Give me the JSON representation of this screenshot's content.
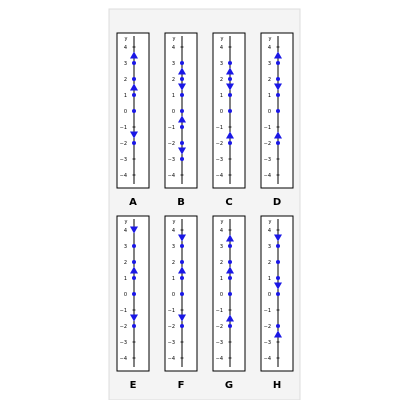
{
  "phase_lines": [
    {
      "label": "A",
      "axis_label": "y",
      "tick_labels": [
        "4",
        "3",
        "2",
        "1",
        "0",
        "−1",
        "−2",
        "−3",
        "−4"
      ],
      "tick_values": [
        4,
        3,
        2,
        1,
        0,
        -1,
        -2,
        -3,
        -4
      ],
      "equilibria": [
        3,
        2,
        1,
        0,
        -2
      ],
      "arrows": [
        {
          "y": 3.5,
          "direction": "up"
        },
        {
          "y": 1.5,
          "direction": "up"
        },
        {
          "y": -1.5,
          "direction": "down"
        }
      ]
    },
    {
      "label": "B",
      "axis_label": "y",
      "tick_labels": [
        "4",
        "3",
        "2",
        "1",
        "0",
        "−1",
        "−2",
        "−3",
        "−4"
      ],
      "tick_values": [
        4,
        3,
        2,
        1,
        0,
        -1,
        -2,
        -3,
        -4
      ],
      "equilibria": [
        3,
        2,
        1,
        0,
        -1,
        -2,
        -3
      ],
      "arrows": [
        {
          "y": 2.5,
          "direction": "up"
        },
        {
          "y": 1.5,
          "direction": "down"
        },
        {
          "y": -0.5,
          "direction": "up"
        },
        {
          "y": -2.5,
          "direction": "down"
        }
      ]
    },
    {
      "label": "C",
      "axis_label": "y",
      "tick_labels": [
        "4",
        "3",
        "2",
        "1",
        "0",
        "−1",
        "−2",
        "−3",
        "−4"
      ],
      "tick_values": [
        4,
        3,
        2,
        1,
        0,
        -1,
        -2,
        -3,
        -4
      ],
      "equilibria": [
        3,
        2,
        1,
        0,
        -2
      ],
      "arrows": [
        {
          "y": 2.5,
          "direction": "up"
        },
        {
          "y": 1.5,
          "direction": "down"
        },
        {
          "y": -1.5,
          "direction": "up"
        }
      ]
    },
    {
      "label": "D",
      "axis_label": "y",
      "tick_labels": [
        "4",
        "3",
        "2",
        "1",
        "0",
        "−1",
        "−2",
        "−3",
        "−4"
      ],
      "tick_values": [
        4,
        3,
        2,
        1,
        0,
        -1,
        -2,
        -3,
        -4
      ],
      "equilibria": [
        3,
        2,
        1,
        0,
        -2
      ],
      "arrows": [
        {
          "y": 3.5,
          "direction": "up"
        },
        {
          "y": 1.5,
          "direction": "down"
        },
        {
          "y": -1.5,
          "direction": "up"
        }
      ]
    },
    {
      "label": "E",
      "axis_label": "y",
      "tick_labels": [
        "4",
        "3",
        "2",
        "1",
        "0",
        "−1",
        "−2",
        "−3",
        "−4"
      ],
      "tick_values": [
        4,
        3,
        2,
        1,
        0,
        -1,
        -2,
        -3,
        -4
      ],
      "equilibria": [
        3,
        2,
        1,
        0,
        -2
      ],
      "arrows": [
        {
          "y": 4.0,
          "direction": "down"
        },
        {
          "y": 1.5,
          "direction": "up"
        },
        {
          "y": -1.5,
          "direction": "down"
        }
      ]
    },
    {
      "label": "F",
      "axis_label": "y",
      "tick_labels": [
        "4",
        "3",
        "2",
        "1",
        "0",
        "−1",
        "−2",
        "−3",
        "−4"
      ],
      "tick_values": [
        4,
        3,
        2,
        1,
        0,
        -1,
        -2,
        -3,
        -4
      ],
      "equilibria": [
        3,
        2,
        1,
        0,
        -2
      ],
      "arrows": [
        {
          "y": 3.5,
          "direction": "down"
        },
        {
          "y": 1.5,
          "direction": "up"
        },
        {
          "y": -1.5,
          "direction": "down"
        }
      ]
    },
    {
      "label": "G",
      "axis_label": "y",
      "tick_labels": [
        "4",
        "3",
        "2",
        "1",
        "0",
        "−1",
        "−2",
        "−3",
        "−4"
      ],
      "tick_values": [
        4,
        3,
        2,
        1,
        0,
        -1,
        -2,
        -3,
        -4
      ],
      "equilibria": [
        3,
        2,
        1,
        0,
        -2
      ],
      "arrows": [
        {
          "y": 3.5,
          "direction": "up"
        },
        {
          "y": 1.5,
          "direction": "up"
        },
        {
          "y": -1.5,
          "direction": "up"
        }
      ]
    },
    {
      "label": "H",
      "axis_label": "y",
      "tick_labels": [
        "4",
        "3",
        "2",
        "1",
        "0",
        "−1",
        "−2",
        "−3",
        "−4"
      ],
      "tick_values": [
        4,
        3,
        2,
        1,
        0,
        -1,
        -2,
        -3,
        -4
      ],
      "equilibria": [
        3,
        2,
        1,
        0,
        -2
      ],
      "arrows": [
        {
          "y": 3.5,
          "direction": "down"
        },
        {
          "y": 0.5,
          "direction": "down"
        },
        {
          "y": -2.5,
          "direction": "up"
        }
      ]
    }
  ],
  "colors": {
    "page_background": "#ffffff",
    "panel_background": "#f4f4f4",
    "panel_border": "#dddddd",
    "box_stroke": "#000000",
    "axis_line": "#000000",
    "marker": "#1a17e6",
    "text": "#000000"
  }
}
